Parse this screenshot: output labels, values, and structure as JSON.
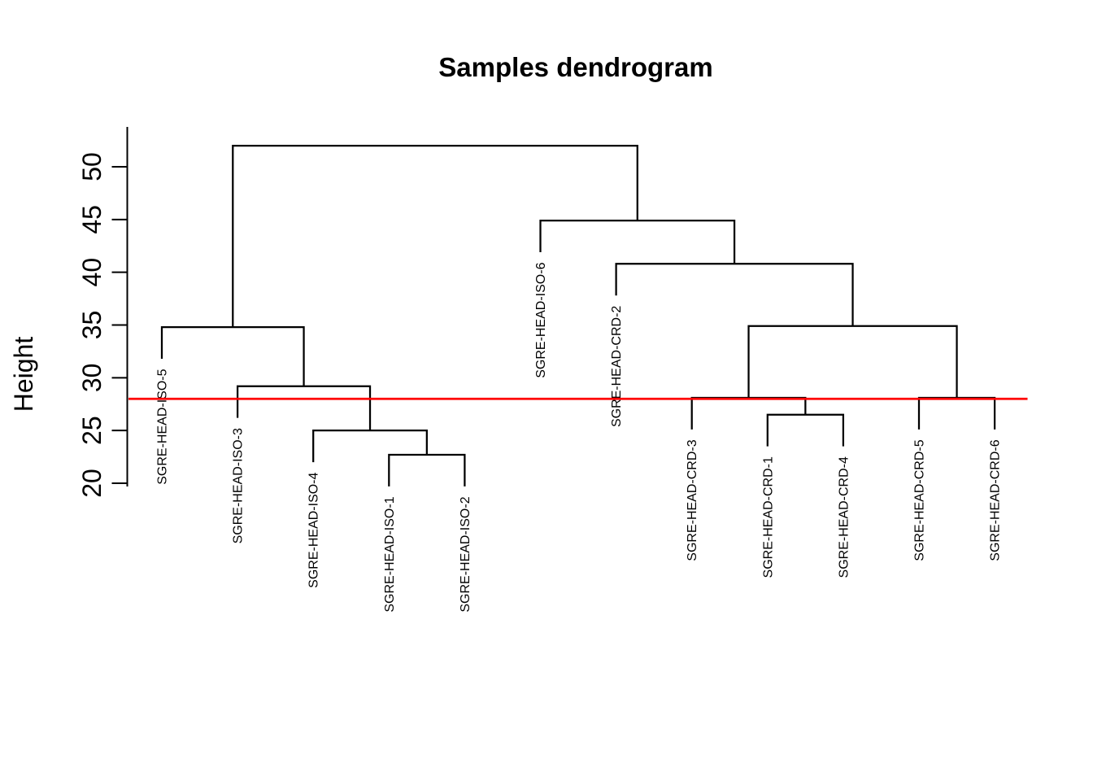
{
  "chart_data": {
    "type": "dendrogram",
    "title": "Samples dendrogram",
    "ylabel": "Height",
    "y_axis": {
      "ticks": [
        20,
        25,
        30,
        35,
        40,
        45,
        50
      ],
      "range": [
        20,
        53
      ]
    },
    "grid": false,
    "legend": false,
    "colors": {
      "branch": "#000000",
      "cut_line": "#FF0000",
      "background": "#ffffff"
    },
    "cut_line": {
      "height": 28
    },
    "leaf_hang": 3,
    "leaves": [
      "SGRE-HEAD-ISO-5",
      "SGRE-HEAD-ISO-3",
      "SGRE-HEAD-ISO-4",
      "SGRE-HEAD-ISO-1",
      "SGRE-HEAD-ISO-2",
      "SGRE-HEAD-ISO-6",
      "SGRE-HEAD-CRD-2",
      "SGRE-HEAD-CRD-3",
      "SGRE-HEAD-CRD-1",
      "SGRE-HEAD-CRD-4",
      "SGRE-HEAD-CRD-5",
      "SGRE-HEAD-CRD-6"
    ],
    "merges": [
      {
        "id": "M0",
        "children": [
          "L3",
          "L4"
        ],
        "height": 22.7
      },
      {
        "id": "M1",
        "children": [
          "L2",
          "M0"
        ],
        "height": 25.0
      },
      {
        "id": "M2",
        "children": [
          "L1",
          "M1"
        ],
        "height": 29.2
      },
      {
        "id": "M3",
        "children": [
          "L0",
          "M2"
        ],
        "height": 34.8
      },
      {
        "id": "M4",
        "children": [
          "L8",
          "L9"
        ],
        "height": 26.5
      },
      {
        "id": "M5",
        "children": [
          "L7",
          "M4"
        ],
        "height": 28.1
      },
      {
        "id": "M6",
        "children": [
          "L10",
          "L11"
        ],
        "height": 28.1
      },
      {
        "id": "M7",
        "children": [
          "M5",
          "M6"
        ],
        "height": 34.9
      },
      {
        "id": "M8",
        "children": [
          "L6",
          "M7"
        ],
        "height": 40.8
      },
      {
        "id": "M9",
        "children": [
          "L5",
          "M8"
        ],
        "height": 44.9
      },
      {
        "id": "M10",
        "children": [
          "M3",
          "M9"
        ],
        "height": 52.0
      }
    ]
  }
}
